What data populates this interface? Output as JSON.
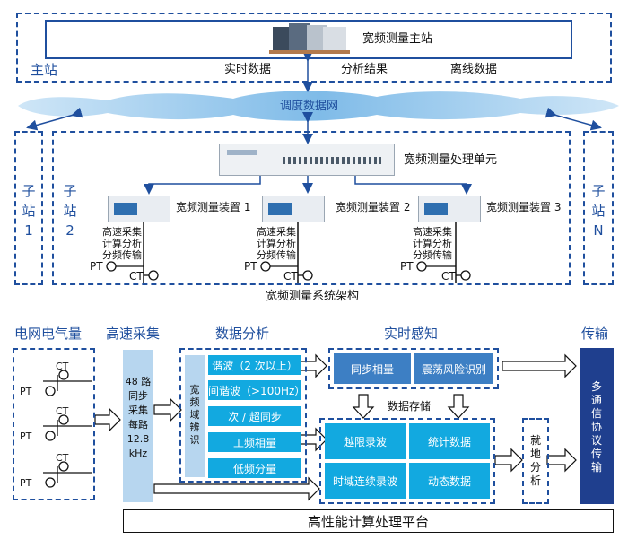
{
  "top": {
    "main_station_label": "主站",
    "master_title": "宽频测量主站",
    "data_realtime": "实时数据",
    "data_analysis": "分析结果",
    "data_offline": "离线数据",
    "network": "调度数据网",
    "processing_unit": "宽频测量处理单元",
    "sub1": [
      "子",
      "站",
      "1"
    ],
    "sub2": [
      "子",
      "站",
      "2"
    ],
    "subN": [
      "子",
      "站",
      "N"
    ],
    "devices": [
      "宽频测量装置 1",
      "宽频测量装置 2",
      "宽频测量装置 3"
    ],
    "device_func": [
      "高速采集",
      "计算分析",
      "分频传输"
    ],
    "pt": "PT",
    "ct": "CT",
    "caption": "宽频测量系统架构"
  },
  "bottom": {
    "headers": {
      "grid": "电网电气量",
      "acq": "高速采集",
      "analysis": "数据分析",
      "sense": "实时感知",
      "trans": "传输"
    },
    "acq_text": [
      "48 路",
      "同步",
      "采集",
      "每路",
      "12.8",
      "kHz"
    ],
    "wideband_identify": [
      "宽",
      "频",
      "域",
      "辨",
      "识"
    ],
    "analysis_items": [
      "谐波（2 次以上）",
      "间谐波（>100Hz）",
      "次 / 超同步",
      "工频相量",
      "低频分量"
    ],
    "sense_items": [
      "同步相量",
      "震荡风险识别"
    ],
    "storage_label": "数据存储",
    "storage_items": [
      "越限录波",
      "统计数据",
      "时域连续录波",
      "动态数据"
    ],
    "local_analysis": [
      "就",
      "地",
      "分",
      "析"
    ],
    "trans_text": [
      "多",
      "通",
      "信",
      "协",
      "议",
      "传",
      "输"
    ],
    "pt": "PT",
    "ct": "CT",
    "platform": "高性能计算处理平台"
  }
}
